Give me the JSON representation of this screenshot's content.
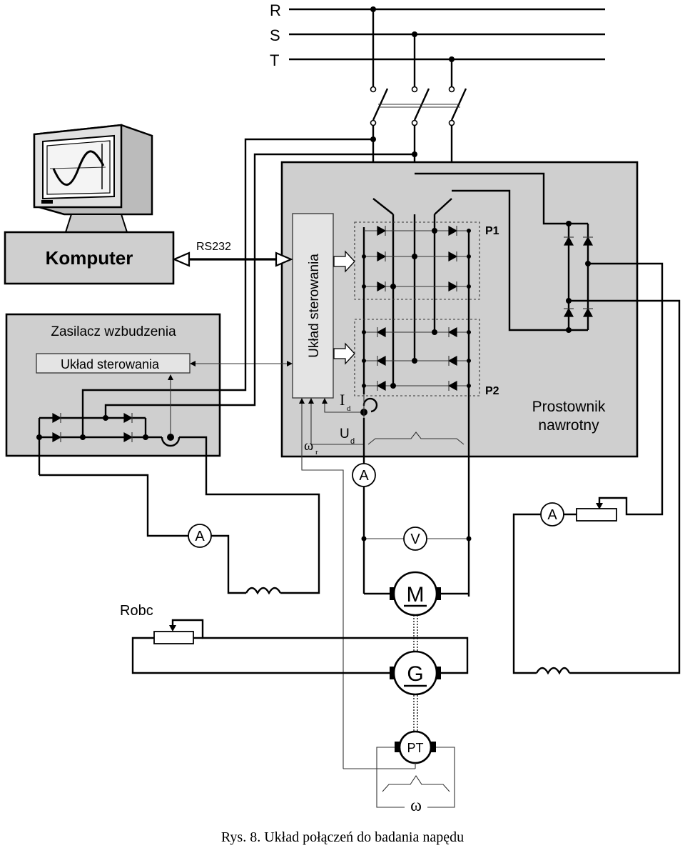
{
  "phases": {
    "r": "R",
    "s": "S",
    "t": "T"
  },
  "computer": {
    "label": "Komputer",
    "link_label": "RS232"
  },
  "exciter": {
    "title": "Zasilacz wzbudzenia",
    "control_label": "Układ sterowania"
  },
  "rectifier": {
    "control_label": "Układ sterowania",
    "bridge1_label": "P1",
    "bridge2_label": "P2",
    "title_line1": "Prostownik",
    "title_line2": "nawrotny",
    "current_feedback": "I",
    "current_feedback_sub": "d",
    "voltage_feedback": "U",
    "voltage_feedback_sub": "d",
    "speed_feedback": "ω",
    "speed_feedback_sub": "r"
  },
  "meters": {
    "ammeter": "A",
    "voltmeter": "V"
  },
  "machines": {
    "motor": "M",
    "generator": "G",
    "tachogenerator": "PT"
  },
  "load_resistor_label": "Robc",
  "speed_symbol": "ω",
  "caption": "Rys. 8. Układ połączeń do badania napędu"
}
